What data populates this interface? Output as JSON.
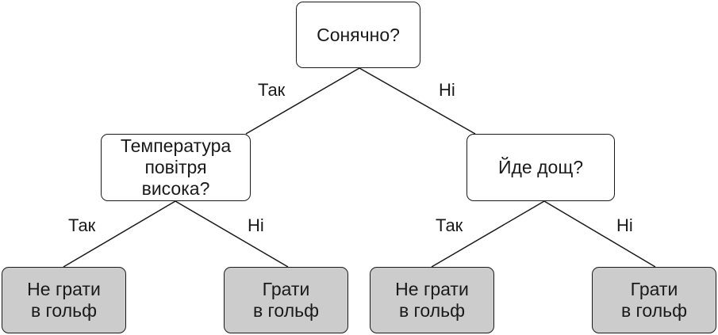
{
  "tree": {
    "root": {
      "label": "Сонячно?"
    },
    "left_branch": {
      "edge_label": "Так",
      "label": "Температура\nповітря\nвисока?",
      "yes": {
        "edge_label": "Так",
        "label": "Не грати\nв гольф"
      },
      "no": {
        "edge_label": "Ні",
        "label": "Грати\nв гольф"
      }
    },
    "right_branch": {
      "edge_label": "Ні",
      "label": "Йде дощ?",
      "yes": {
        "edge_label": "Так",
        "label": "Не грати\nв гольф"
      },
      "no": {
        "edge_label": "Ні",
        "label": "Грати\nв гольф"
      }
    }
  },
  "colors": {
    "decision_fill": "#ffffff",
    "leaf_fill": "#cccccc",
    "stroke": "#1a1a1a"
  }
}
